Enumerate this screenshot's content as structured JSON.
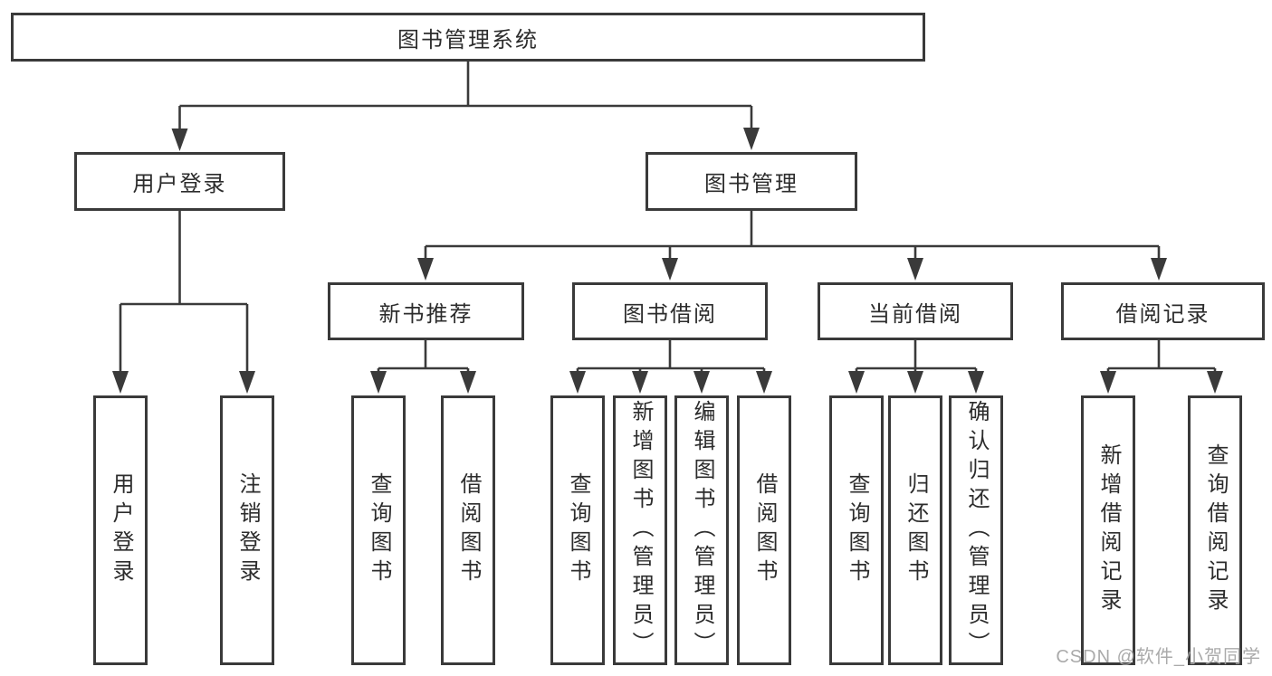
{
  "diagram": {
    "title": "图书管理系统",
    "root": {
      "label": "图书管理系统"
    },
    "level2": {
      "user_login": {
        "label": "用户登录"
      },
      "book_mgmt": {
        "label": "图书管理"
      }
    },
    "level3": {
      "new_book_rec": {
        "label": "新书推荐"
      },
      "book_borrow": {
        "label": "图书借阅"
      },
      "current_borrow": {
        "label": "当前借阅"
      },
      "borrow_record": {
        "label": "借阅记录"
      }
    },
    "leaves": {
      "login_user_login": {
        "label": "用户登录",
        "parent": "用户登录"
      },
      "login_logout": {
        "label": "注销登录",
        "parent": "用户登录"
      },
      "rec_query_book": {
        "label": "查询图书",
        "parent": "新书推荐"
      },
      "rec_borrow_book": {
        "label": "借阅图书",
        "parent": "新书推荐"
      },
      "borrow_query_book": {
        "label": "查询图书",
        "parent": "图书借阅"
      },
      "borrow_add_book_admin": {
        "label": "新增图书（管理员）",
        "parent": "图书借阅"
      },
      "borrow_edit_book_admin": {
        "label": "编辑图书（管理员）",
        "parent": "图书借阅"
      },
      "borrow_borrow_book": {
        "label": "借阅图书",
        "parent": "图书借阅"
      },
      "current_query_book": {
        "label": "查询图书",
        "parent": "当前借阅"
      },
      "current_return_book": {
        "label": "归还图书",
        "parent": "当前借阅"
      },
      "current_confirm_return_admin": {
        "label": "确认归还（管理员）",
        "parent": "当前借阅"
      },
      "record_add_borrow_record": {
        "label": "新增借阅记录",
        "parent": "借阅记录"
      },
      "record_query_borrow_record": {
        "label": "查询借阅记录",
        "parent": "借阅记录"
      }
    }
  },
  "watermark": {
    "text": "CSDN @软件_小贺同学"
  },
  "colors": {
    "line": "#3a3a3a",
    "box_border": "#3a3a3a",
    "text": "#2c2c2c",
    "background": "#ffffff",
    "watermark": "#a5a5a5"
  }
}
